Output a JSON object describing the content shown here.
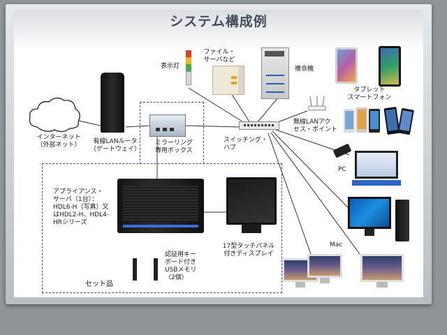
{
  "poster": {
    "title": "システム構成例",
    "labels": {
      "internet": "インターネット\n（外部ネット）",
      "router": "有線LANルータ\n（ゲートウェイ）",
      "indicator_light": "表示灯",
      "file_server": "ファイル・\nサーバなど",
      "mfp": "複合機",
      "tablet_smartphone": "タブレット\nスマートフォン",
      "mirroring_box": "ミラーリング\n専用ボックス",
      "switching_hub": "スイッチング・\nハブ",
      "wireless_ap": "無線LANアク\nセス・ポイント",
      "pc": "PC",
      "appliance_server": "アプライアンス・\nサーバ（1台）：\nHDL6-H（写真）又\nはHDL2-H、HDL4-\nHRシリーズ",
      "touch_panel": "17型タッチパネル\n付きディスプレイ",
      "mac": "Mac",
      "usb_key": "認証用キー\nボード付き\nUSBメモリ\n（2個）",
      "set_product": "セット品"
    }
  }
}
